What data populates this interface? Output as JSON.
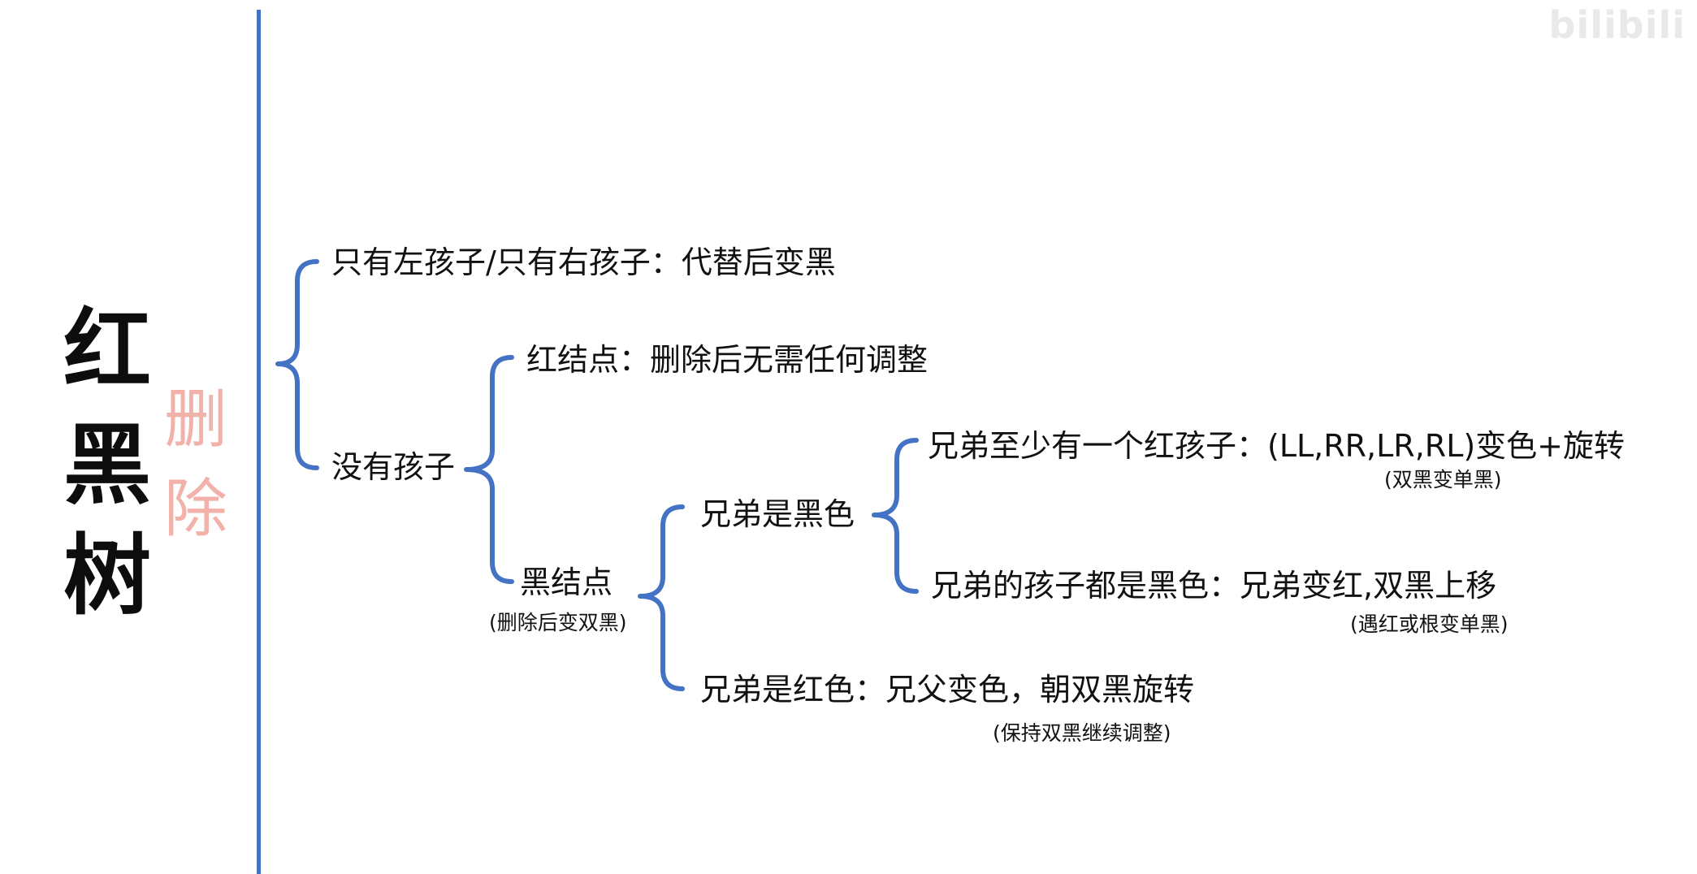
{
  "title": {
    "chars": [
      "红",
      "黑",
      "树"
    ],
    "subtitle_chars": [
      "删",
      "除"
    ]
  },
  "watermark": "bilibili",
  "colors": {
    "bracket": "#4472c4",
    "subtitle": "#f2b2aa",
    "text": "#111111"
  },
  "tree": {
    "one_child": "只有左孩子/只有右孩子：代替后变黑",
    "no_child": "没有孩子",
    "red_node": "红结点：删除后无需任何调整",
    "black_node": "黑结点",
    "black_node_note": "(删除后变双黑)",
    "sibling_black": "兄弟是黑色",
    "sibling_black_red_child": "兄弟至少有一个红孩子：(LL,RR,LR,RL)变色+旋转",
    "sibling_black_red_child_note": "(双黑变单黑)",
    "sibling_black_black_children": "兄弟的孩子都是黑色：兄弟变红,双黑上移",
    "sibling_black_black_children_note": "(遇红或根变单黑)",
    "sibling_red": "兄弟是红色：兄父变色，朝双黑旋转",
    "sibling_red_note": "(保持双黑继续调整)"
  }
}
